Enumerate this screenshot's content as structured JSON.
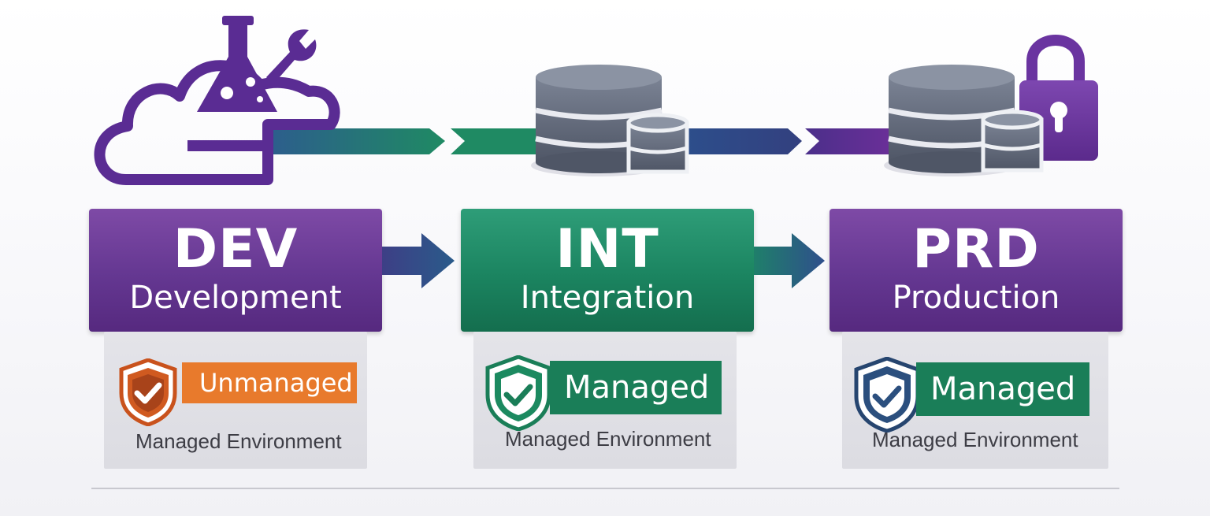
{
  "stages": [
    {
      "code": "DEV",
      "name": "Development",
      "status": "Unmanaged",
      "env_label": "Managed Environment",
      "color": "#643791",
      "status_color": "#e87a2c"
    },
    {
      "code": "INT",
      "name": "Integration",
      "status": "Managed",
      "env_label": "Managed Environment",
      "color": "#1b8460",
      "status_color": "#1a7e58"
    },
    {
      "code": "PRD",
      "name": "Production",
      "status": "Managed",
      "env_label": "Managed Environment",
      "color": "#643791",
      "status_color": "#1a7e58"
    }
  ],
  "icons": {
    "dev": [
      "cloud-icon",
      "flask-icon",
      "wrench-icon"
    ],
    "int": [
      "database-icon"
    ],
    "prd": [
      "database-icon",
      "lock-icon"
    ],
    "status": [
      "shield-check-icon"
    ]
  }
}
